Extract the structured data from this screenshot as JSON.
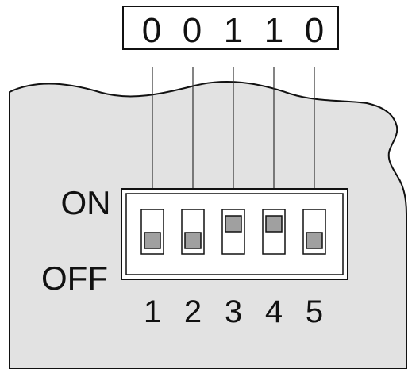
{
  "binary_readout": [
    "0",
    "0",
    "1",
    "1",
    "0"
  ],
  "on_label": "ON",
  "off_label": "OFF",
  "switches": [
    {
      "number": "1",
      "state": "off"
    },
    {
      "number": "2",
      "state": "off"
    },
    {
      "number": "3",
      "state": "on"
    },
    {
      "number": "4",
      "state": "on"
    },
    {
      "number": "5",
      "state": "off"
    }
  ],
  "colors": {
    "board": "#e2e2e2",
    "outline": "#111111",
    "switch_body": "#ffffff",
    "slider": "#a0a0a0"
  }
}
